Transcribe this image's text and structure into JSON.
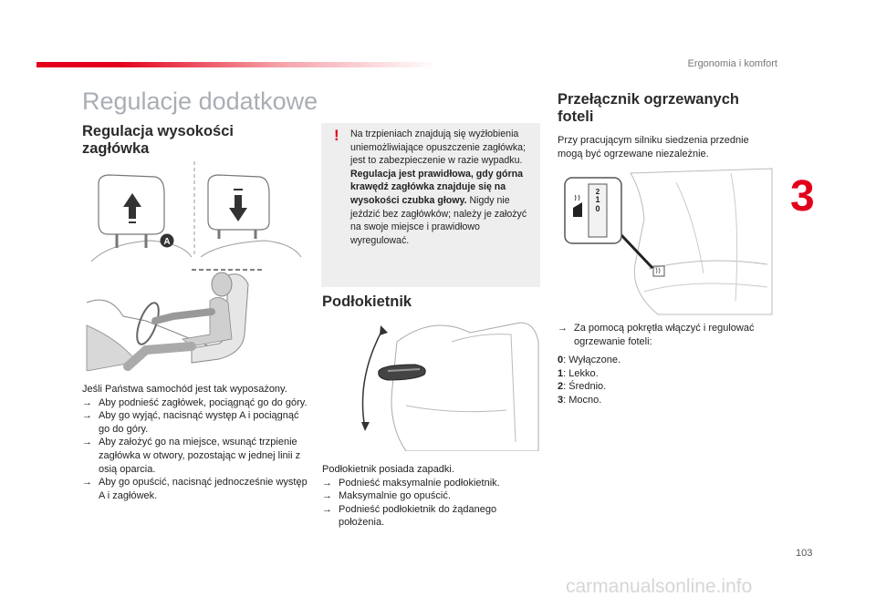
{
  "header": {
    "section": "Ergonomia i komfort"
  },
  "page_title": "Regulacje dodatkowe",
  "headrest": {
    "heading": "Regulacja wysokości zagłówka",
    "label_a": "A",
    "intro": "Jeśli Państwa samochód jest tak wyposażony.",
    "bullets": [
      "Aby podnieść zagłówek, pociągnąć go do góry.",
      "Aby go wyjąć, nacisnąć występ A i pociągnąć go do góry.",
      "Aby założyć go na miejsce, wsunąć trzpienie zagłówka w otwory, pozostając w jednej linii z osią oparcia.",
      "Aby go opuścić, nacisnąć jednocześnie występ A i zagłówek."
    ]
  },
  "warning": {
    "mark": "!",
    "line1": "Na trzpieniach znajdują się wyżłobienia uniemożliwiające opuszczenie zagłówka; jest to zabezpieczenie w razie wypadku.",
    "bold": "Regulacja jest prawidłowa, gdy górna krawędź zagłówka znajduje się na wysokości czubka głowy.",
    "line2": "Nigdy nie jeździć bez zagłówków; należy je założyć na swoje miejsce i prawidłowo wyregulować."
  },
  "armrest": {
    "heading": "Podłokietnik",
    "intro": "Podłokietnik posiada zapadki.",
    "bullets": [
      "Podnieść maksymalnie podłokietnik.",
      "Maksymalnie go opuścić.",
      "Podnieść podłokietnik do żądanego położenia."
    ]
  },
  "heating": {
    "heading": "Przełącznik ogrzewanych foteli",
    "intro": "Przy pracującym silniku siedzenia przednie mogą być ogrzewane niezależnie.",
    "bullet": "Za pomocą pokrętła włączyć i regulować ogrzewanie foteli:",
    "dial": [
      "2",
      "1",
      "0"
    ],
    "levels": [
      {
        "key": "0",
        "text": ": Wyłączone."
      },
      {
        "key": "1",
        "text": ": Lekko."
      },
      {
        "key": "2",
        "text": ": Średnio."
      },
      {
        "key": "3",
        "text": ": Mocno."
      }
    ]
  },
  "bullet_mark": "→",
  "chapter": "3",
  "page_number": "103",
  "footer": "carmanualsonline.info"
}
